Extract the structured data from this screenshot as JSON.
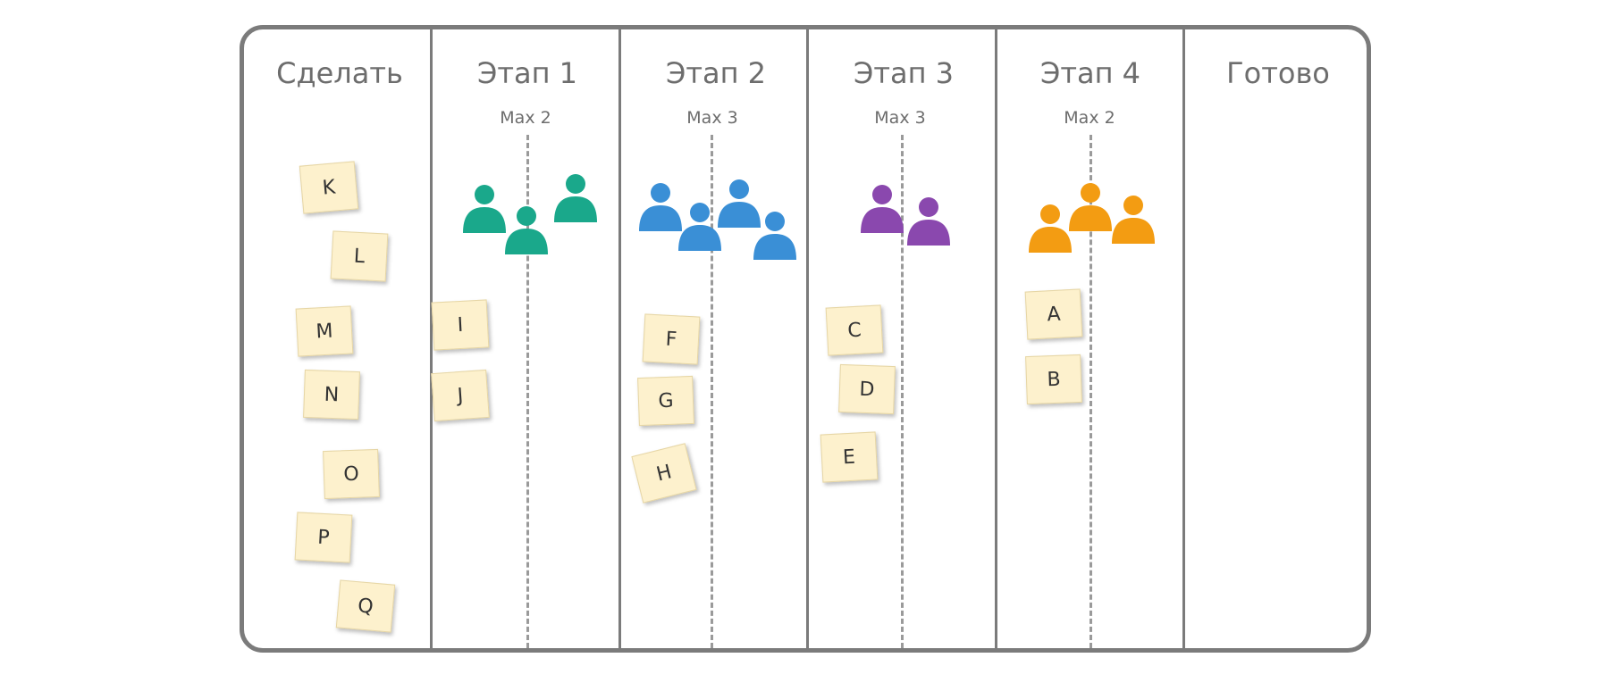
{
  "columns": [
    {
      "id": "todo",
      "title": "Сделать",
      "limit": ""
    },
    {
      "id": "stage1",
      "title": "Этап 1",
      "limit": "Max 2"
    },
    {
      "id": "stage2",
      "title": "Этап 2",
      "limit": "Max 3"
    },
    {
      "id": "stage3",
      "title": "Этап 3",
      "limit": "Max 3"
    },
    {
      "id": "stage4",
      "title": "Этап 4",
      "limit": "Max 2"
    },
    {
      "id": "done",
      "title": "Готово",
      "limit": ""
    }
  ],
  "colors": {
    "board_border": "#7b7b7b",
    "card_fill": "#fdf1cd",
    "stage1_people": "#1aa88b",
    "stage2_people": "#3a8fd6",
    "stage3_people": "#8a48ae",
    "stage4_people": "#f39c12"
  },
  "people": {
    "stage1": {
      "count": 3,
      "icon": "person-icon",
      "color": "#1aa88b"
    },
    "stage2": {
      "count": 4,
      "icon": "person-icon",
      "color": "#3a8fd6"
    },
    "stage3": {
      "count": 2,
      "icon": "person-icon",
      "color": "#8a48ae"
    },
    "stage4": {
      "count": 3,
      "icon": "person-icon",
      "color": "#f39c12"
    }
  },
  "cards": {
    "todo": [
      "K",
      "L",
      "M",
      "N",
      "O",
      "P",
      "Q"
    ],
    "stage1": [
      "I",
      "J"
    ],
    "stage2": [
      "F",
      "G",
      "H"
    ],
    "stage3": [
      "C",
      "D",
      "E"
    ],
    "stage4": [
      "A",
      "B"
    ],
    "done": []
  }
}
